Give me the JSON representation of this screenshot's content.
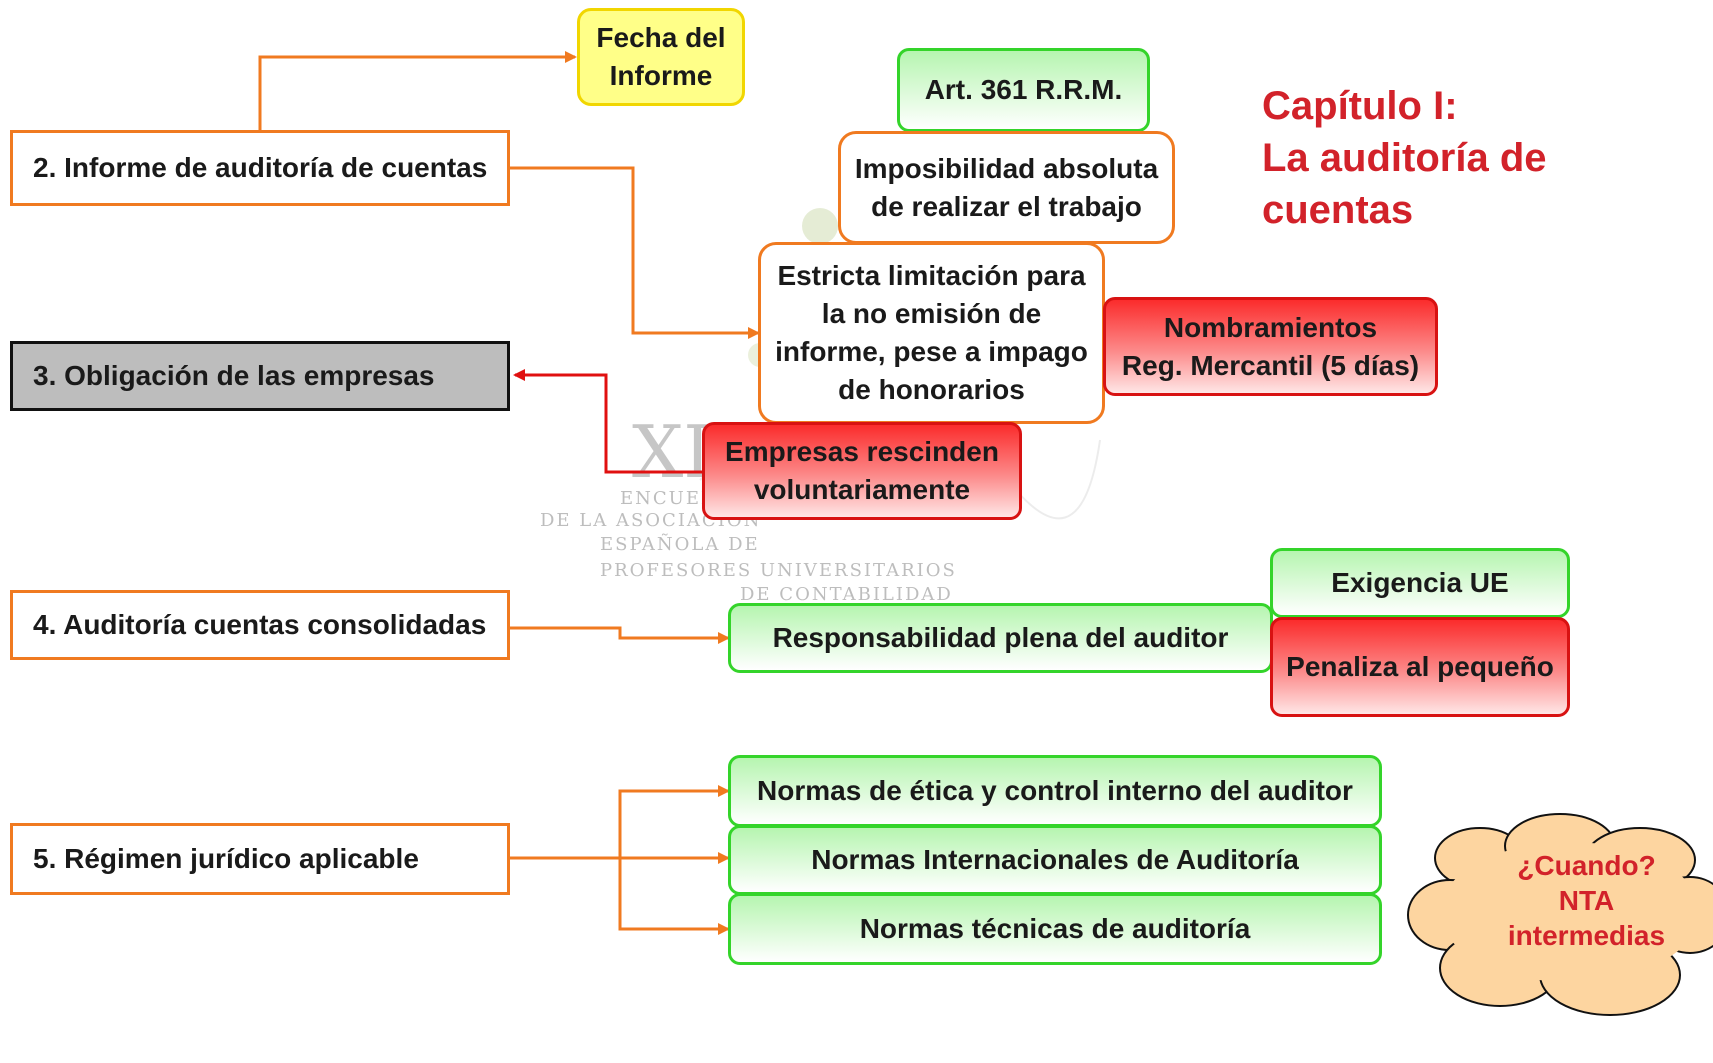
{
  "title": "Capítulo I:\nLa auditoría de\ncuentas",
  "left_boxes": {
    "informe": "2. Informe de auditoría de cuentas",
    "obligacion": "3. Obligación de las empresas",
    "consolidadas": "4. Auditoría cuentas consolidadas",
    "regimen": "5. Régimen jurídico aplicable"
  },
  "nodes": {
    "fecha": "Fecha del\nInforme",
    "art361": "Art. 361 R.R.M.",
    "imposibilidad": "Imposibilidad absoluta\nde realizar el trabajo",
    "estricta": "Estricta limitación para\nla no emisión de\ninforme, pese a impago\nde honorarios",
    "nombramientos": "Nombramientos\nReg. Mercantil (5 días)",
    "rescinden": "Empresas rescinden\nvoluntariamente",
    "exigencia": "Exigencia UE",
    "responsabilidad": "Responsabilidad plena del auditor",
    "penaliza": "Penaliza al pequeño",
    "etica": "Normas de ética y control interno del auditor",
    "nia": "Normas Internacionales de Auditoría",
    "tecnicas": "Normas técnicas de auditoría"
  },
  "cloud": "¿Cuando?\nNTA\nintermedias",
  "watermark": {
    "numeral": "XI",
    "lines": [
      "ENCUENTRO",
      "DE LA ASOCIACIÓN",
      "ESPAÑOLA DE",
      "PROFESORES UNIVERSITARIOS",
      "DE CONTABILIDAD"
    ]
  },
  "colors": {
    "connector": "#f07a20",
    "red_connector": "#e01010",
    "green_border": "#34d42a",
    "red_fill": "#fb2c2c",
    "title": "#d2222a",
    "cloud_fill": "#fdd5a0"
  }
}
